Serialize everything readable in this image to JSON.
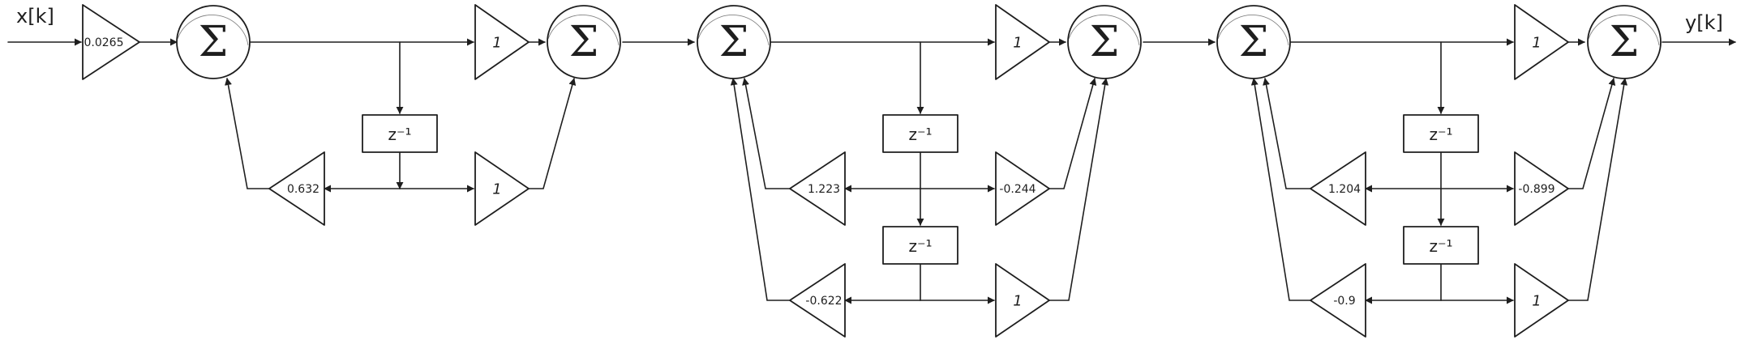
{
  "io": {
    "input": "x[k]",
    "output": "y[k]"
  },
  "sum_symbol": "Σ",
  "delay_label": "z⁻¹",
  "gains": {
    "input_scale": "0.0265",
    "s1_b0": "1",
    "s1_b1": "1",
    "s1_a1": "0.632",
    "s2_b0": "1",
    "s2_b1": "-0.244",
    "s2_b2": "1",
    "s2_a1": "1.223",
    "s2_a2": "-0.622",
    "s3_b0": "1",
    "s3_b1": "-0.899",
    "s3_b2": "1",
    "s3_a1": "1.204",
    "s3_a2": "-0.9"
  },
  "colors": {
    "ink": "#1e1e1e",
    "background": "#ffffff"
  }
}
